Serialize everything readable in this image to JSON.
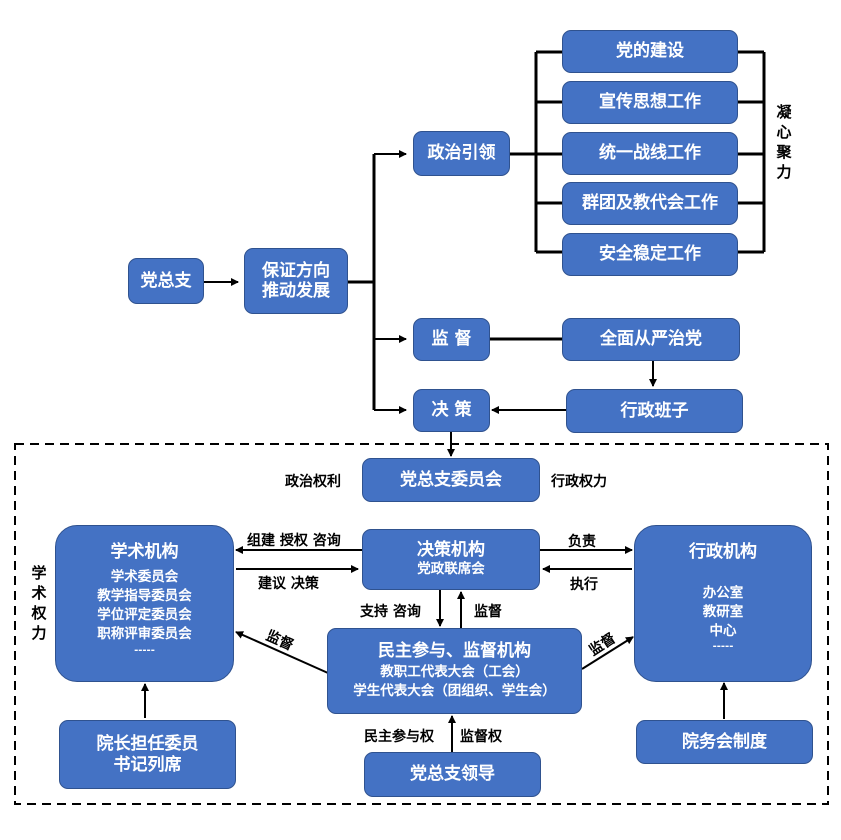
{
  "top": {
    "root": "党总支",
    "direction": [
      "保证方向",
      "推动发展"
    ],
    "political_lead": "政治引领",
    "supervision": "监 督",
    "decision": "决 策",
    "branches": [
      "党的建设",
      "宣传思想工作",
      "统一战线工作",
      "群团及教代会工作",
      "安全稳定工作"
    ],
    "cohesion_label": [
      "凝",
      "心",
      "聚",
      "力"
    ],
    "strict_party": "全面从严治党",
    "admin_team": "行政班子"
  },
  "bottom": {
    "committee": "党总支委员会",
    "political_rights_label": "政治权利",
    "admin_power_label": "行政权力",
    "academic_power_label": [
      "学",
      "术",
      "权",
      "力"
    ],
    "academic": {
      "title": "学术机构",
      "items": [
        "学术委员会",
        "教学指导委员会",
        "学位评定委员会",
        "职称评审委员会",
        "-----"
      ]
    },
    "decision_body": {
      "title": "决策机构",
      "items": [
        "党政联席会"
      ]
    },
    "admin_body": {
      "title": "行政机构",
      "items": [
        "办公室",
        "教研室",
        "中心",
        "-----"
      ]
    },
    "democratic": {
      "title": "民主参与、监督机构",
      "items": [
        "教职工代表大会（工会）",
        "学生代表大会（团组织、学生会）"
      ]
    },
    "dean": [
      "院长担任委员",
      "书记列席"
    ],
    "party_leadership": "党总支领导",
    "council": "院务会制度",
    "edge_labels": {
      "organize": "组建 授权 咨询",
      "advise": "建议 决策",
      "responsible": "负责",
      "execute": "执行",
      "support": "支持 咨询",
      "supervise_up": "监督",
      "supervise_left": "监督",
      "supervise_right": "监督",
      "democratic_right": "民主参与权",
      "supervision_right": "监督权"
    }
  }
}
